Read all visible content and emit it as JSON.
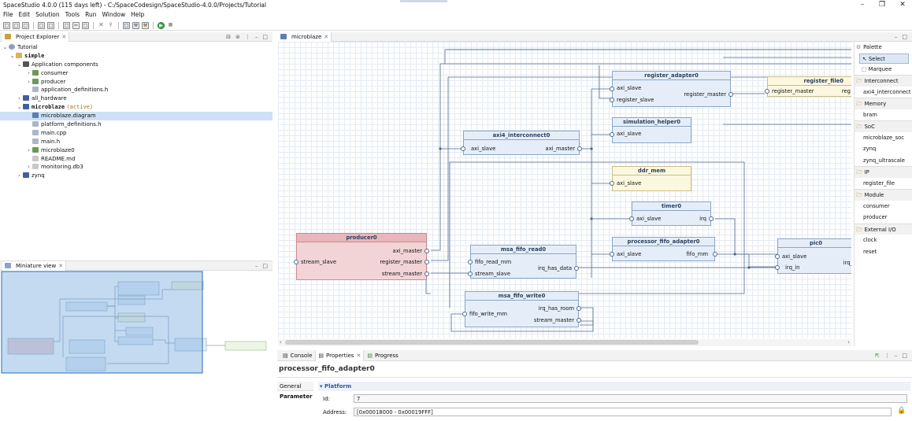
{
  "window": {
    "title": "SpaceStudio 4.0.0 (115 days left) - C:/SpaceCodesign/SpaceStudio-4.0.0/Projects/Tutorial"
  },
  "menu": [
    "File",
    "Edit",
    "Solution",
    "Tools",
    "Run",
    "Window",
    "Help"
  ],
  "project_explorer": {
    "title": "Project Explorer",
    "tree": [
      {
        "label": "Tutorial"
      },
      {
        "label": "simple"
      },
      {
        "label": "Application components"
      },
      {
        "label": "consumer"
      },
      {
        "label": "producer"
      },
      {
        "label": "application_definitions.h"
      },
      {
        "label": "all_hardware"
      },
      {
        "label": "microblaze",
        "suffix": "(active)"
      },
      {
        "label": "microblaze.diagram"
      },
      {
        "label": "platform_definitions.h"
      },
      {
        "label": "main.cpp"
      },
      {
        "label": "main.h"
      },
      {
        "label": "microblaze0"
      },
      {
        "label": "README.md"
      },
      {
        "label": "monitoring.db3"
      },
      {
        "label": "zynq"
      }
    ]
  },
  "miniature": {
    "title": "Miniature view"
  },
  "editor": {
    "tab": "microblaze"
  },
  "diagram": {
    "register_adapter0": {
      "name": "register_adapter0",
      "p1": "axi_slave",
      "p2": "register_slave",
      "p3": "register_master"
    },
    "register_file0": {
      "name": "register_file0",
      "p1": "register_master",
      "p2": "reg"
    },
    "simulation_helper0": {
      "name": "simulation_helper0",
      "p1": "axi_slave"
    },
    "axi4_interconnect0": {
      "name": "axi4_interconnect0",
      "p1": "axi_slave",
      "p2": "axi_master"
    },
    "ddr_mem": {
      "name": "ddr_mem",
      "p1": "axi_slave"
    },
    "timer0": {
      "name": "timer0",
      "p1": "axi_slave",
      "p2": "irq"
    },
    "processor_fifo_adapter0": {
      "name": "processor_fifo_adapter0",
      "p1": "axi_slave",
      "p2": "fifo_mm"
    },
    "pic0": {
      "name": "pic0",
      "p1": "axi_slave",
      "p2": "irq_in",
      "p3": "irq_"
    },
    "producer0": {
      "name": "producer0",
      "p1": "axi_master",
      "p2": "register_master",
      "p3": "stream_master",
      "p4": "stream_slave"
    },
    "msa_fifo_read0": {
      "name": "msa_fifo_read0",
      "p1": "fifo_read_mm",
      "p2": "stream_slave",
      "p3": "irq_has_data"
    },
    "msa_fifo_write0": {
      "name": "msa_fifo_write0",
      "p1": "fifo_write_mm",
      "p2": "irq_has_room",
      "p3": "stream_master"
    }
  },
  "palette": {
    "title": "Palette",
    "tools": [
      "Select",
      "Marquee"
    ],
    "categories": [
      {
        "name": "Interconnect",
        "items": [
          "axi4_interconnect"
        ]
      },
      {
        "name": "Memory",
        "items": [
          "bram"
        ]
      },
      {
        "name": "SoC",
        "items": [
          "microblaze_soc",
          "zynq",
          "zynq_ultrascale"
        ]
      },
      {
        "name": "IP",
        "items": [
          "register_file"
        ]
      },
      {
        "name": "Module",
        "items": [
          "consumer",
          "producer"
        ]
      },
      {
        "name": "External I/O",
        "items": [
          "clock",
          "reset"
        ]
      }
    ]
  },
  "bottom": {
    "tabs": [
      "Console",
      "Properties",
      "Progress"
    ],
    "selected_title": "processor_fifo_adapter0",
    "side_tabs": [
      "General",
      "Parameter"
    ],
    "section": "Platform",
    "id_label": "Id:",
    "id_value": "7",
    "address_label": "Address:",
    "address_value": "[0x00018000 - 0x00019FFF]"
  },
  "colors": {
    "selection": "#cde0f5",
    "component_fill": "#e5eef8",
    "producer_fill": "#f2d4d6",
    "memory_fill": "#fcf7df"
  }
}
